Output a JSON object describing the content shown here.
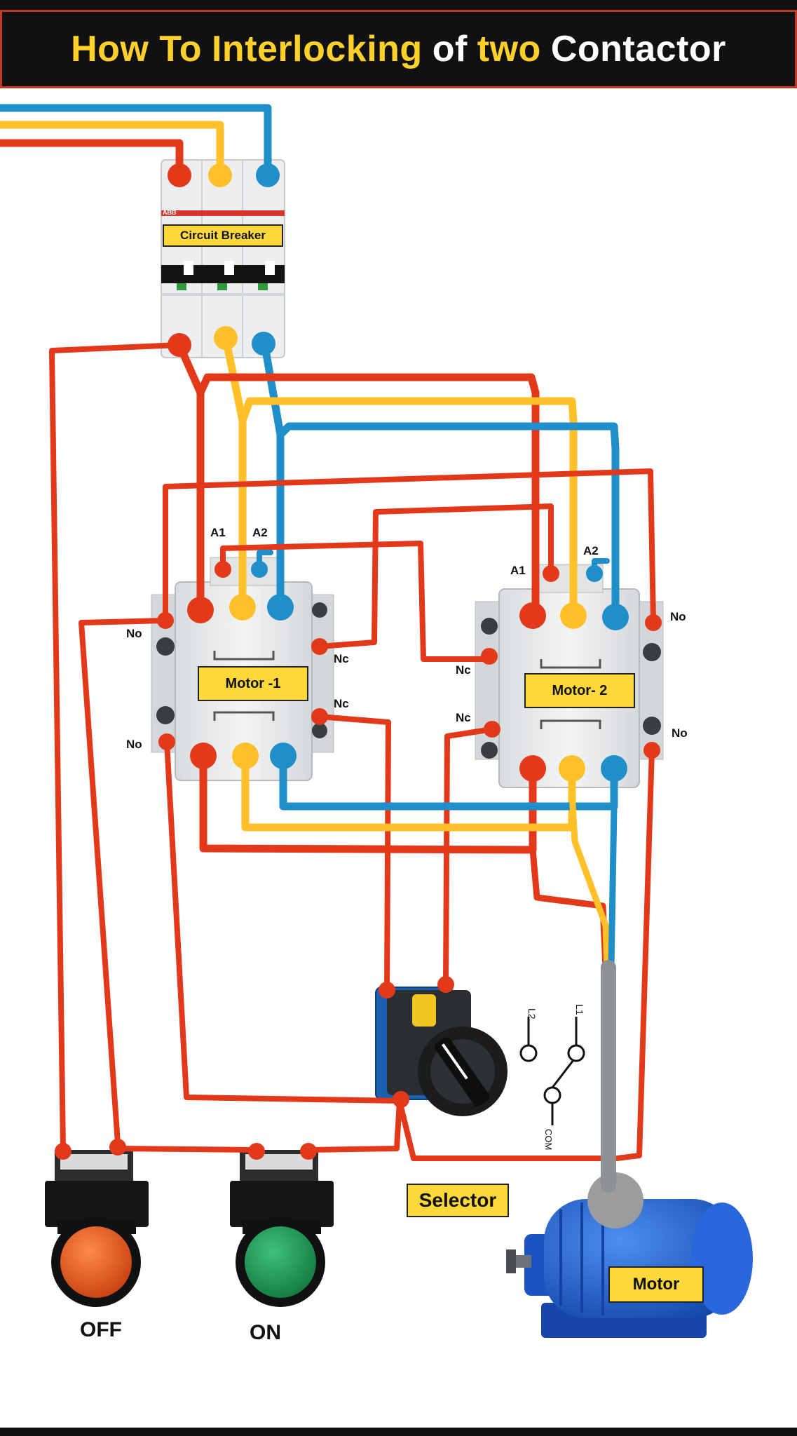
{
  "title": {
    "part1": "How To",
    "part2": "Interlocking",
    "part3": "of",
    "part4": "two",
    "part5": "Contactor"
  },
  "breaker": {
    "brand": "ABB",
    "label": "Circuit Breaker"
  },
  "contactor1": {
    "label": "Motor -1",
    "a1": "A1",
    "a2": "A2",
    "no_top": "No",
    "no_bottom": "No",
    "nc_top": "Nc",
    "nc_bottom": "Nc"
  },
  "contactor2": {
    "label": "Motor- 2",
    "a1": "A1",
    "a2": "A2",
    "no_top": "No",
    "no_bottom": "No",
    "nc_top": "Nc",
    "nc_bottom": "Nc"
  },
  "selector": {
    "label": "Selector",
    "schematic_l1": "L1",
    "schematic_l2": "L2",
    "schematic_com": "COM"
  },
  "buttons": {
    "off": "OFF",
    "on": "ON"
  },
  "motor": {
    "label": "Motor"
  },
  "colors": {
    "red_wire": "#e2391b",
    "yellow_wire": "#ffc02a",
    "blue_wire": "#1f8ec9",
    "tag_yellow": "#ffd83a",
    "off_button": "#e8561e",
    "on_button": "#1d9a55",
    "motor_blue": "#1f5fcf"
  }
}
